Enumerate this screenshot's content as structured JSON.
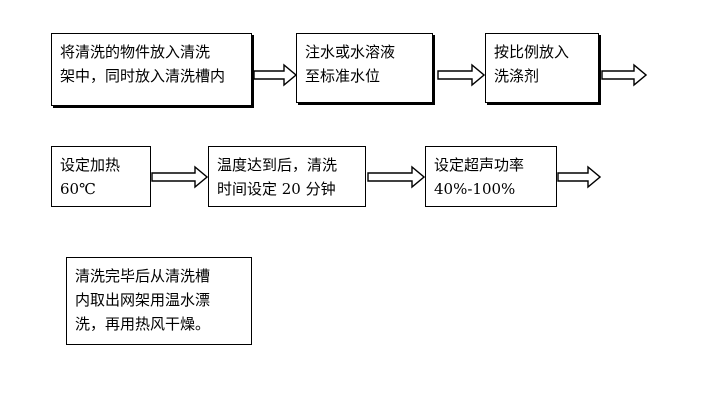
{
  "diagram": {
    "steps": [
      {
        "id": "s1",
        "text": "将清洗的物件放入清洗\n架中，同时放入清洗槽内"
      },
      {
        "id": "s2",
        "text": "注水或水溶液\n至标准水位"
      },
      {
        "id": "s3",
        "text": "按比例放入\n洗涤剂"
      },
      {
        "id": "s4",
        "text": "设定加热\n60℃"
      },
      {
        "id": "s5",
        "text": "温度达到后，清洗\n时间设定 20 分钟"
      },
      {
        "id": "s6",
        "text": "设定超声功率\n40%-100%"
      },
      {
        "id": "s7",
        "text": "清洗完毕后从清洗槽\n内取出网架用温水漂\n洗，再用热风干燥。"
      }
    ]
  },
  "colors": {
    "stroke": "#000000",
    "background": "#ffffff"
  }
}
